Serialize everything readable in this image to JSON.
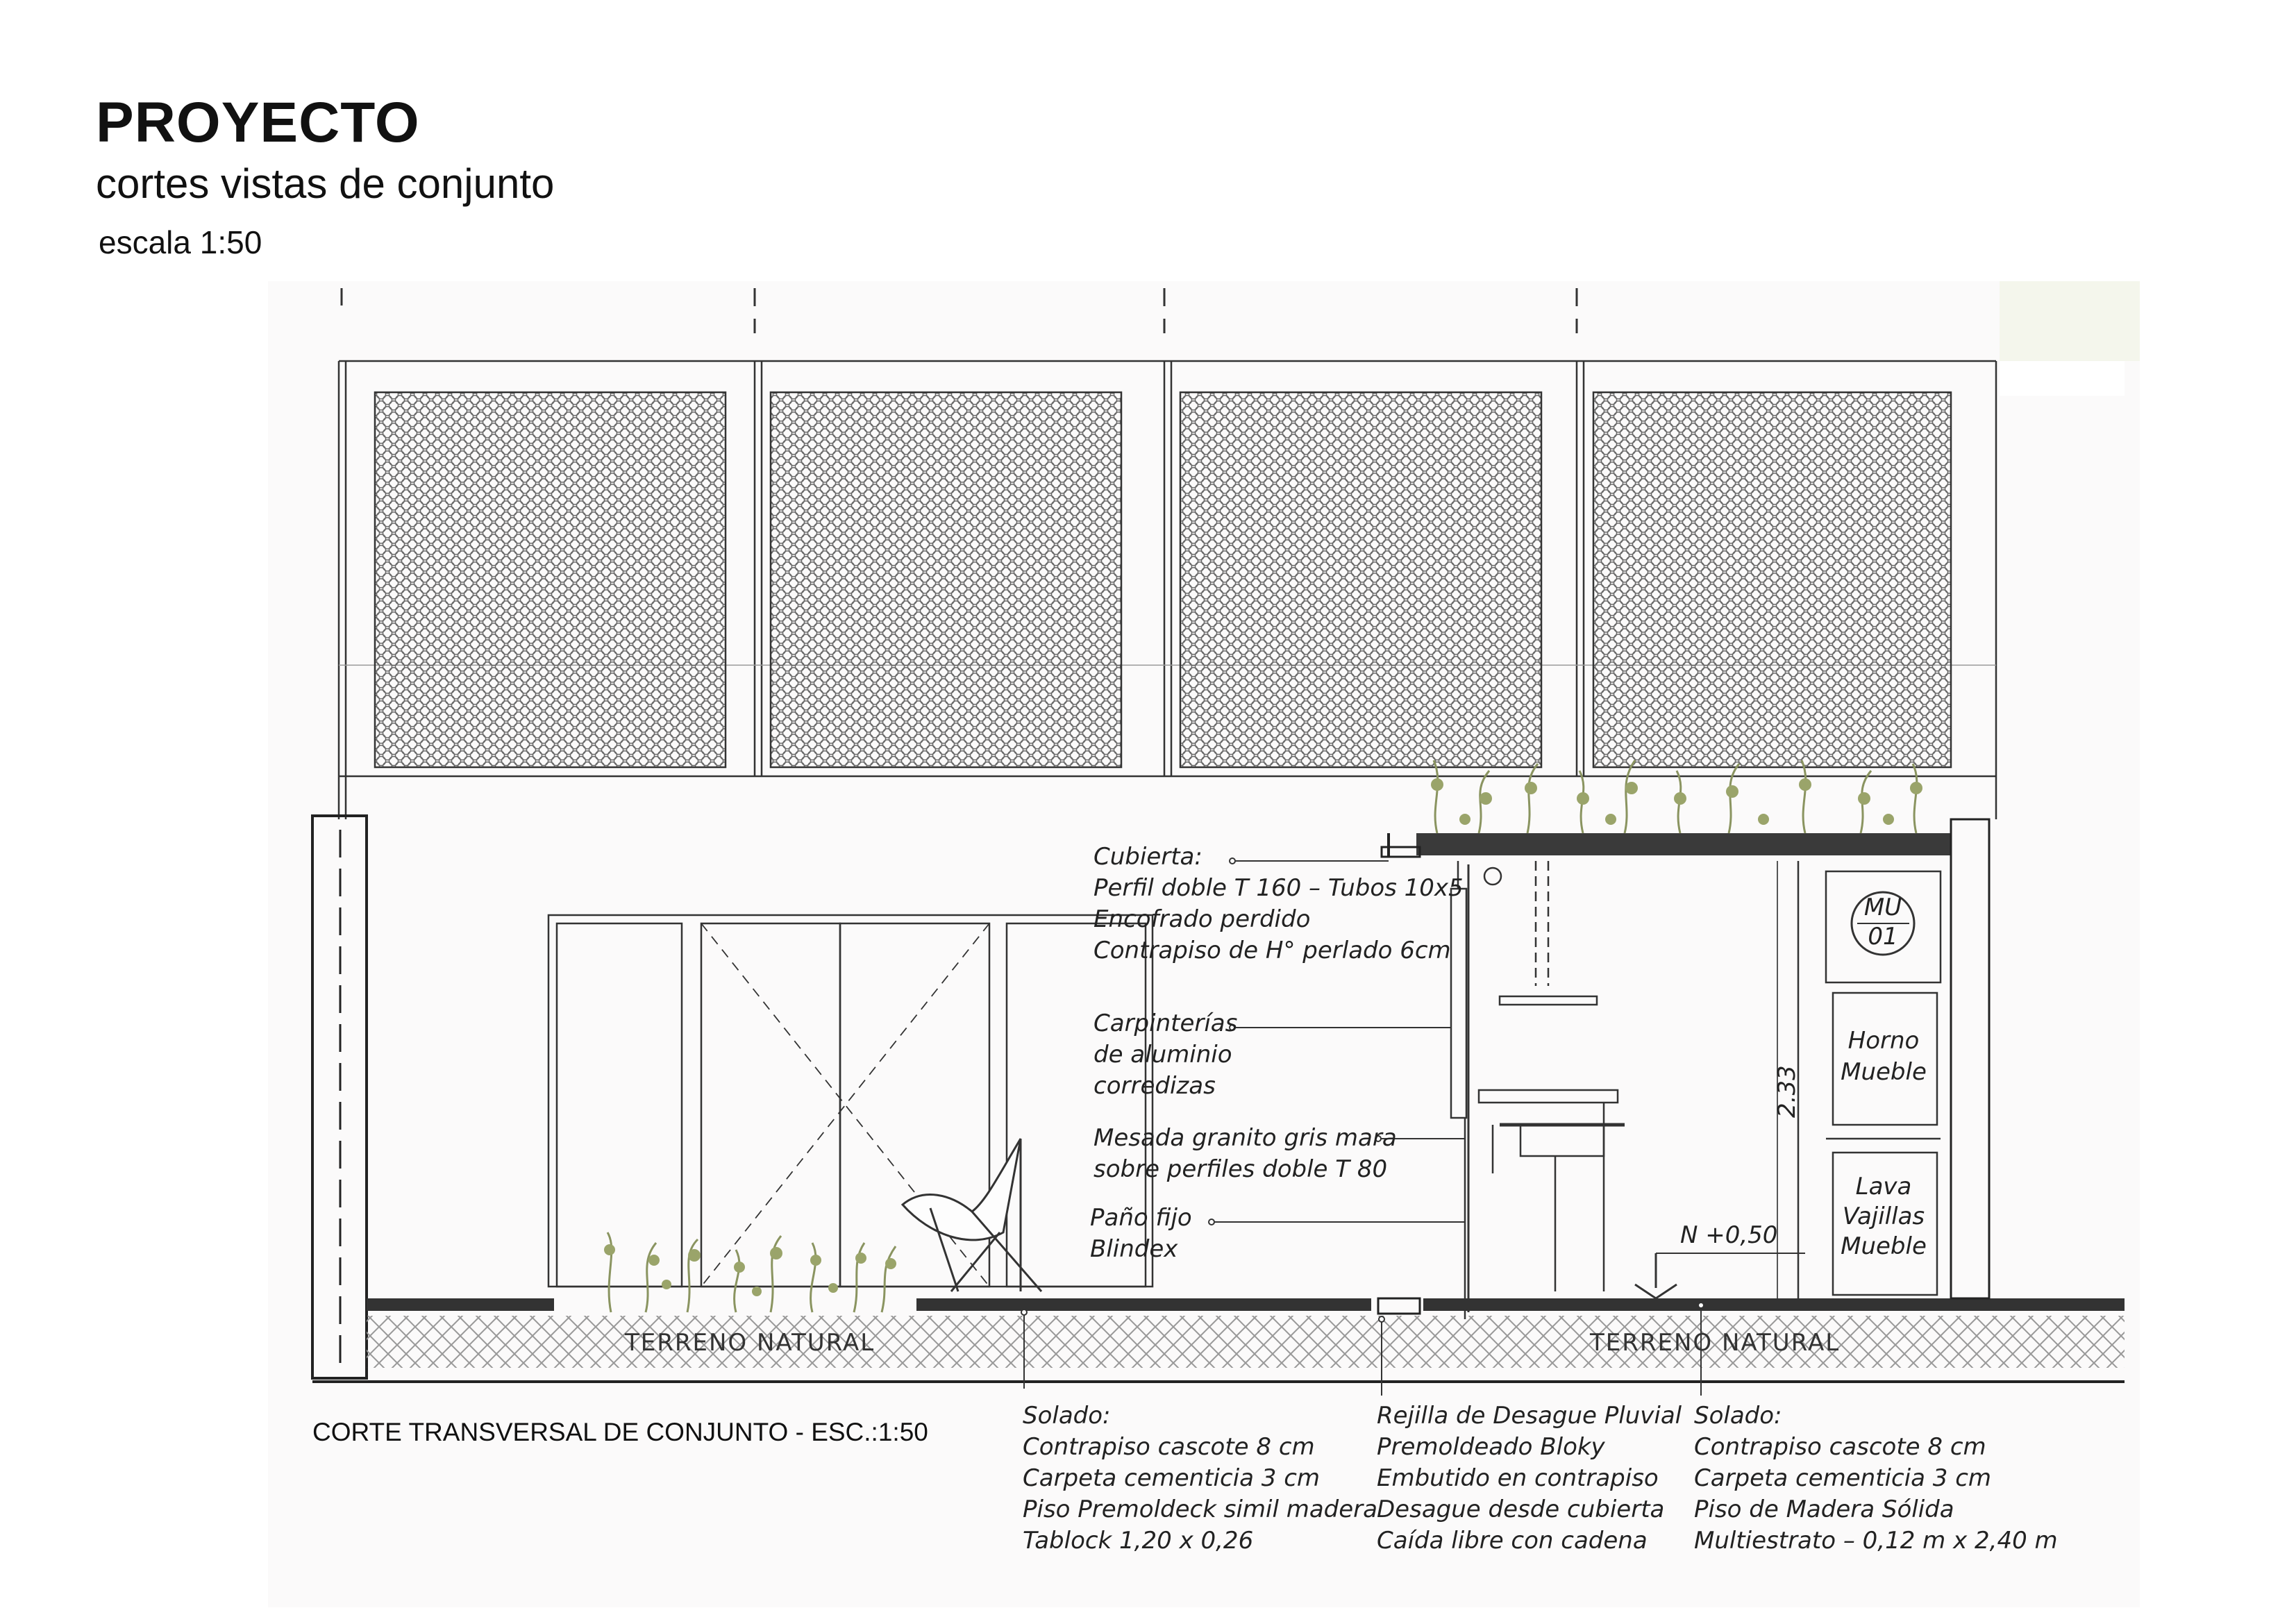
{
  "header": {
    "title": "PROYECTO",
    "subtitle": "cortes vistas de conjunto",
    "scale": "escala 1:50"
  },
  "drawing": {
    "caption": "CORTE TRANSVERSAL DE CONJUNTO - ESC.:1:50",
    "ground_left": "TERRENO NATURAL",
    "ground_right": "TERRENO NATURAL",
    "level_mark": "N +0,50",
    "height_dim": "2.33",
    "tag_mu": "MU",
    "tag_01": "01",
    "appliance_oven": [
      "Horno",
      "Mueble"
    ],
    "appliance_dishwasher": [
      "Lava",
      "Vajillas",
      "Mueble"
    ],
    "colors": {
      "line": "#222222",
      "plant": "#8a9460",
      "panel_fill": "#f7f7f7"
    }
  },
  "annotations": {
    "cubierta": [
      "Cubierta:",
      "Perfil doble T 160 – Tubos 10x5",
      "Encofrado perdido",
      "Contrapiso de H° perlado 6cm"
    ],
    "carpinterias": [
      "Carpinterías",
      "de aluminio",
      "corredizas"
    ],
    "mesada": [
      "Mesada granito gris mara",
      "sobre perfiles doble T 80"
    ],
    "pano": [
      "Paño fijo",
      "Blindex"
    ],
    "solado_left": [
      "Solado:",
      "Contrapiso cascote 8 cm",
      "Carpeta cementicia 3 cm",
      "Piso Premoldeck simil madera",
      "Tablock 1,20 x 0,26"
    ],
    "rejilla": [
      "Rejilla de Desague Pluvial",
      "Premoldeado Bloky",
      "Embutido en contrapiso",
      "Desague desde cubierta",
      "Caída libre con cadena"
    ],
    "solado_right": [
      "Solado:",
      "Contrapiso cascote 8 cm",
      "Carpeta cementicia 3 cm",
      "Piso de Madera Sólida",
      "Multiestrato – 0,12 m x 2,40 m"
    ]
  }
}
